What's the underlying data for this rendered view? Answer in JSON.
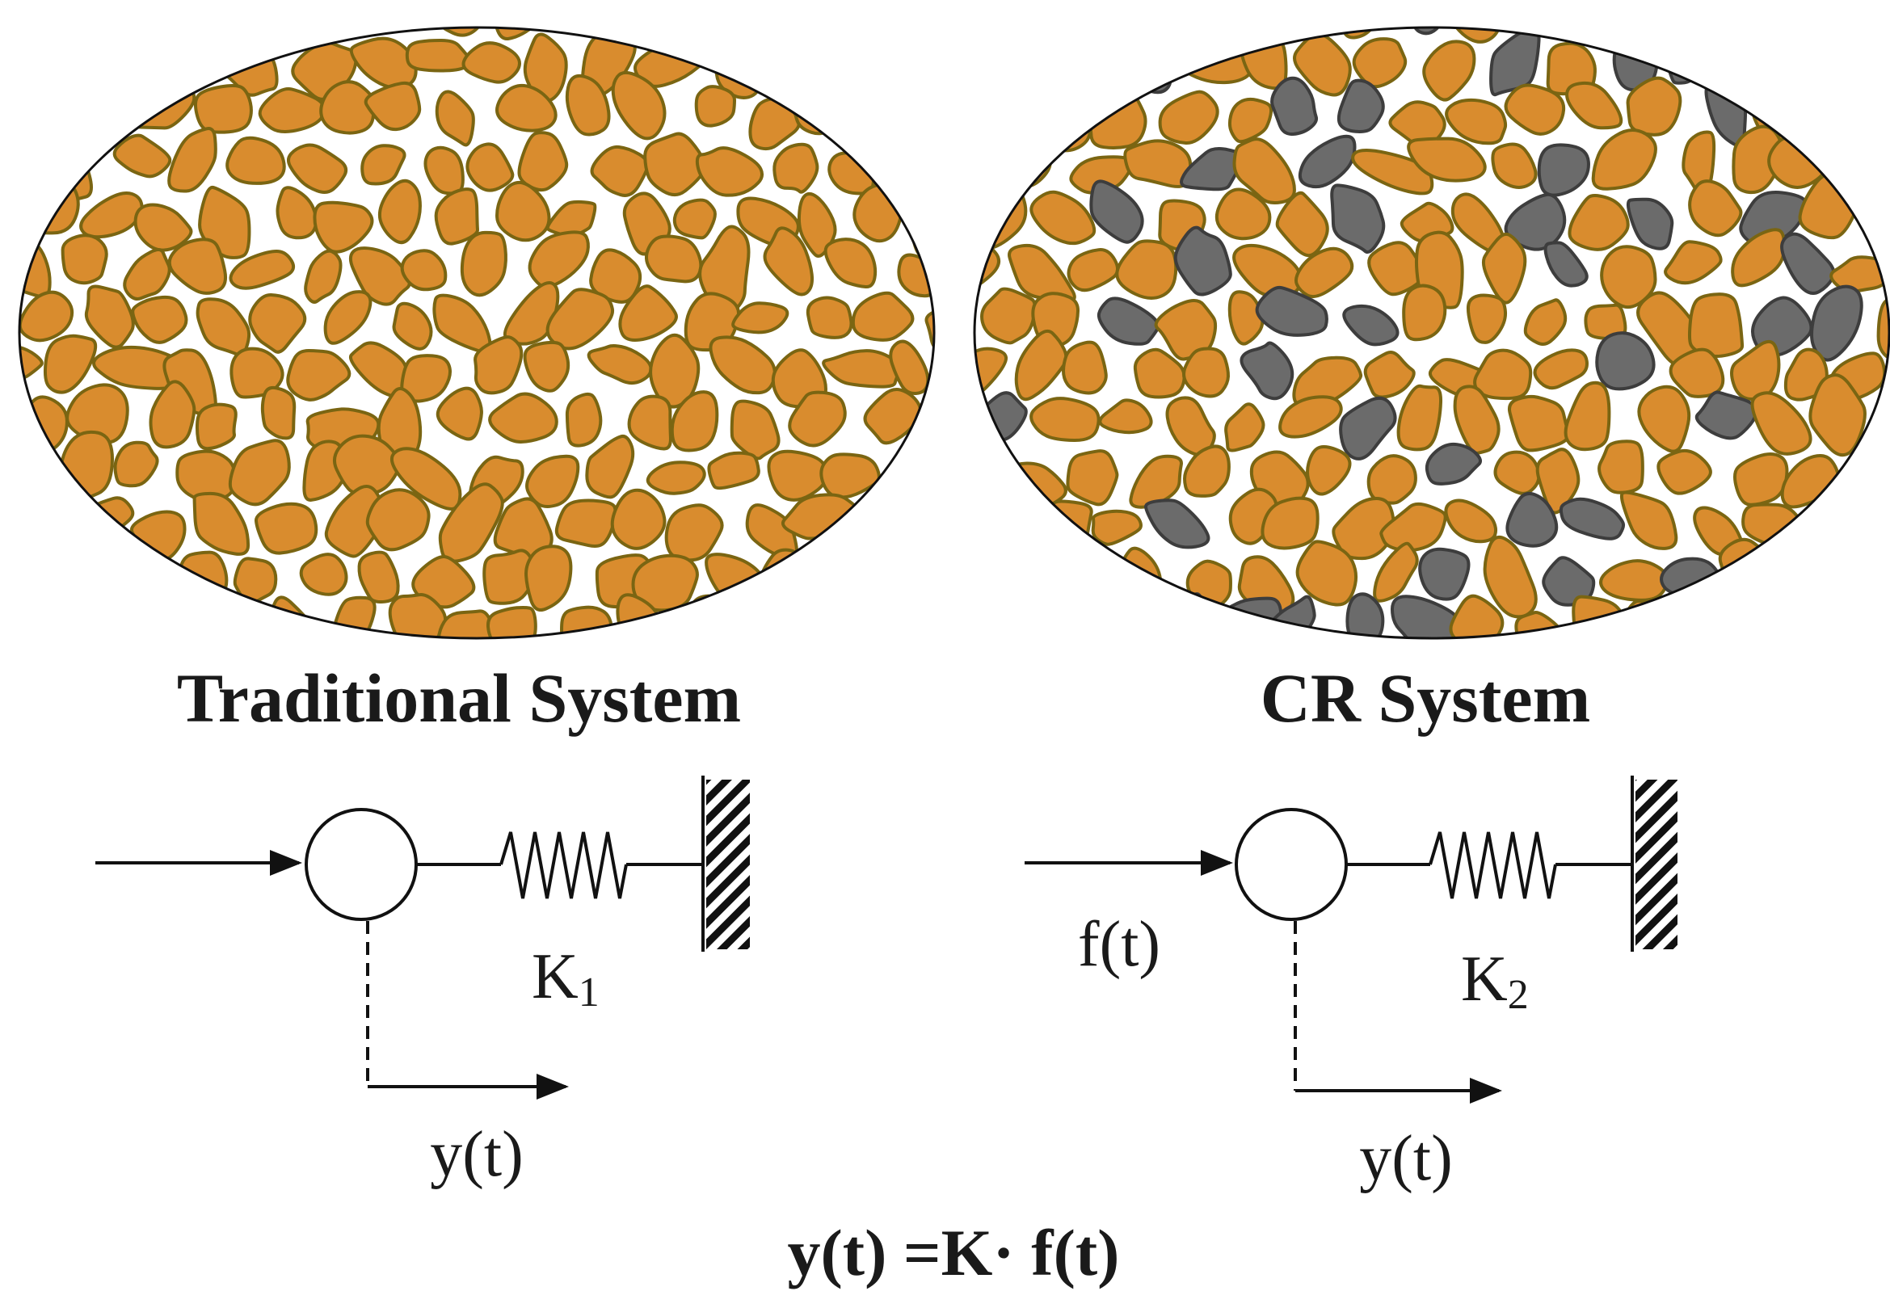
{
  "panels": [
    {
      "title": "Traditional System",
      "particles": "all-soil",
      "stiffness_label": "K",
      "stiffness_subscript": "1",
      "force_label": "",
      "displacement_label": "y(t)"
    },
    {
      "title": "CR System",
      "particles": "soil-and-crumb-rubber",
      "stiffness_label": "K",
      "stiffness_subscript": "2",
      "force_label": "f(t)",
      "displacement_label": "y(t)"
    }
  ],
  "equation": "y(t) =K· f(t)",
  "colors": {
    "soil_fill": "#d98c2e",
    "soil_outline": "#7a6512",
    "rubber_fill": "#6b6b6b",
    "rubber_outline": "#3d3d3d",
    "ink": "#111111"
  },
  "icons": {
    "spring": "zigzag-spring-icon",
    "fixed_wall": "hatched-wall-icon",
    "mass": "circle-mass-icon"
  }
}
